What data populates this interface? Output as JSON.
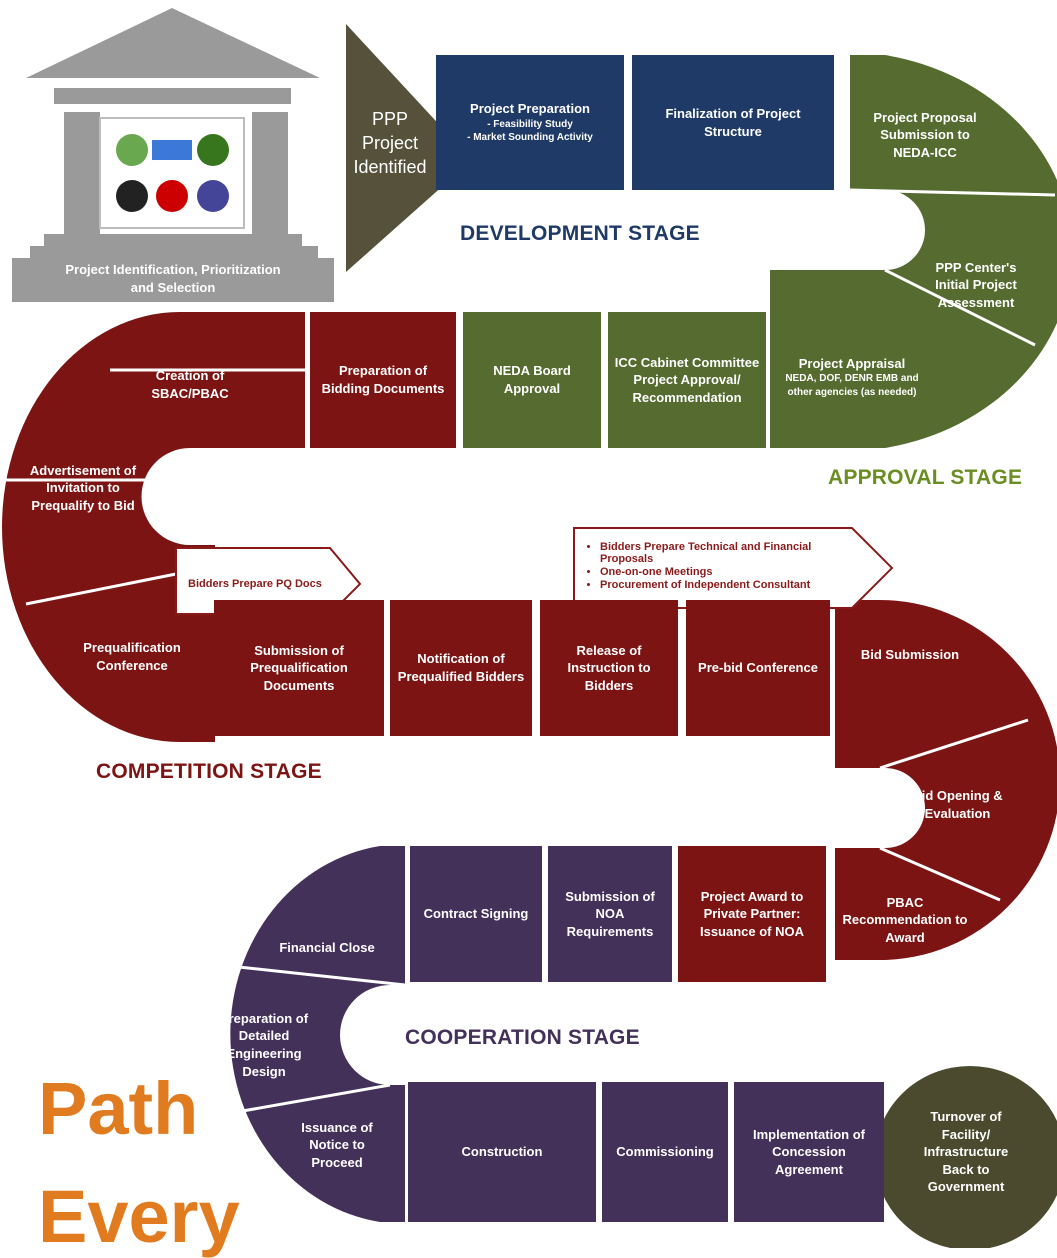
{
  "colors": {
    "development": "#1f3a66",
    "approval": "#556b2f",
    "competition": "#7d1414",
    "cooperation": "#43315a",
    "identified": "#55513a",
    "turnover": "#4b4a2e",
    "heading_orange": "#e07c1f",
    "building_gray": "#9a9a9a"
  },
  "start": {
    "building_caption": "Project Identification, Prioritization and Selection",
    "icons": [
      "agriculture-seal-icon",
      "deped-logo-icon",
      "government-seal-icon",
      "agency-logo-icon",
      "agency-logo-icon",
      "agency-seal-icon"
    ],
    "identified_label": "PPP Project Identified"
  },
  "development": {
    "title": "DEVELOPMENT STAGE",
    "steps": [
      {
        "label": "Project Preparation",
        "sub": [
          "- Feasibility Study",
          "- Market Sounding Activity"
        ]
      },
      {
        "label": "Finalization of Project Structure"
      }
    ]
  },
  "approval": {
    "title": "APPROVAL STAGE",
    "steps": [
      {
        "label": "Project Proposal Submission to NEDA-ICC"
      },
      {
        "label": "PPP Center's Initial Project Assessment"
      },
      {
        "label": "Project Appraisal",
        "sub": "NEDA, DOF, DENR EMB and other agencies (as needed)"
      },
      {
        "label": "ICC Cabinet Committee Project Approval/ Recommendation"
      },
      {
        "label": "NEDA Board Approval"
      }
    ]
  },
  "competition": {
    "title": "COMPETITION STAGE",
    "steps": [
      {
        "label": "Preparation of Bidding Documents"
      },
      {
        "label": "Creation of SBAC/PBAC"
      },
      {
        "label": "Advertisement of Invitation to Prequalify to Bid"
      },
      {
        "label": "Prequalification Conference"
      },
      {
        "label": "Submission of Prequalification Documents"
      },
      {
        "label": "Notification of Prequalified Bidders"
      },
      {
        "label": "Release of Instruction to Bidders"
      },
      {
        "label": "Pre-bid Conference"
      },
      {
        "label": "Bid Submission"
      },
      {
        "label": "Bid Opening & Evaluation"
      },
      {
        "label": "PBAC Recommendation to Award"
      },
      {
        "label": "Project Award to Private Partner: Issuance of NOA"
      }
    ],
    "callout_pq": "Bidders Prepare PQ Docs",
    "callout_bid": [
      "Bidders Prepare Technical and Financial Proposals",
      "One-on-one Meetings",
      "Procurement of Independent Consultant"
    ]
  },
  "cooperation": {
    "title": "COOPERATION STAGE",
    "steps": [
      {
        "label": "Submission of NOA Requirements"
      },
      {
        "label": "Contract Signing"
      },
      {
        "label": "Financial Close"
      },
      {
        "label": "Preparation of Detailed Engineering Design"
      },
      {
        "label": "Issuance of Notice to Proceed"
      },
      {
        "label": "Construction"
      },
      {
        "label": "Commissioning"
      },
      {
        "label": "Implementation of Concession Agreement"
      },
      {
        "label": "Turnover of Facility/ Infrastructure Back to Government"
      }
    ]
  },
  "heading": {
    "line1": "Path",
    "line2": "Every"
  }
}
